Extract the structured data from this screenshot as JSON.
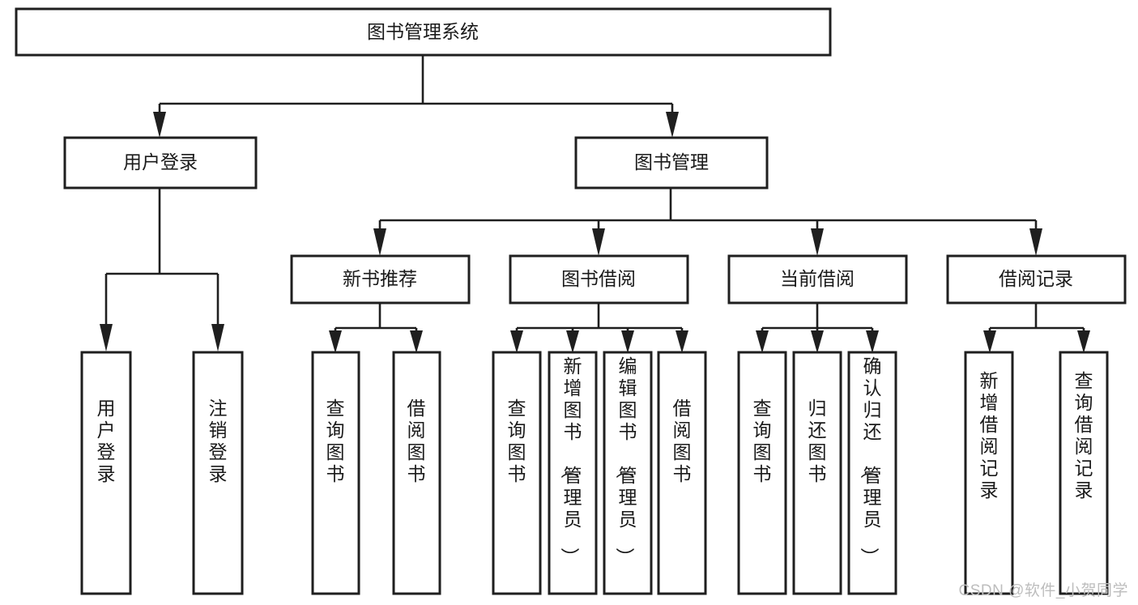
{
  "diagram": {
    "type": "tree-hierarchy-chart",
    "title": "图书管理系统",
    "colors": {
      "box_stroke": "#1f1f1f",
      "box_fill": "#ffffff",
      "line": "#1f1f1f",
      "text": "#1a1a1a",
      "watermark": "#bdbdbd",
      "background": "#ffffff"
    },
    "root": {
      "label": "图书管理系统",
      "orientation": "horizontal"
    },
    "level2": [
      {
        "id": "user-login",
        "label": "用户登录",
        "orientation": "horizontal"
      },
      {
        "id": "book-manage",
        "label": "图书管理",
        "orientation": "horizontal"
      }
    ],
    "level3": [
      {
        "id": "new-book-recommend",
        "label": "新书推荐",
        "orientation": "horizontal",
        "parent": "book-manage"
      },
      {
        "id": "book-borrow",
        "label": "图书借阅",
        "orientation": "horizontal",
        "parent": "book-manage"
      },
      {
        "id": "current-borrow",
        "label": "当前借阅",
        "orientation": "horizontal",
        "parent": "book-manage"
      },
      {
        "id": "borrow-record",
        "label": "借阅记录",
        "orientation": "horizontal",
        "parent": "book-manage"
      }
    ],
    "leaves": [
      {
        "id": "leaf-user-login",
        "label": "用户登录",
        "parent": "user-login",
        "orientation": "vertical"
      },
      {
        "id": "leaf-logout-login",
        "label": "注销登录",
        "parent": "user-login",
        "orientation": "vertical"
      },
      {
        "id": "leaf-query-book-1",
        "label": "查询图书",
        "parent": "new-book-recommend",
        "orientation": "vertical"
      },
      {
        "id": "leaf-borrow-book-1",
        "label": "借阅图书",
        "parent": "new-book-recommend",
        "orientation": "vertical"
      },
      {
        "id": "leaf-query-book-2",
        "label": "查询图书",
        "parent": "book-borrow",
        "orientation": "vertical"
      },
      {
        "id": "leaf-add-book",
        "label": "新增图书（管理员）",
        "parent": "book-borrow",
        "orientation": "vertical"
      },
      {
        "id": "leaf-edit-book",
        "label": "编辑图书（管理员）",
        "parent": "book-borrow",
        "orientation": "vertical"
      },
      {
        "id": "leaf-borrow-book-2",
        "label": "借阅图书",
        "parent": "book-borrow",
        "orientation": "vertical"
      },
      {
        "id": "leaf-query-book-3",
        "label": "查询图书",
        "parent": "current-borrow",
        "orientation": "vertical"
      },
      {
        "id": "leaf-return-book",
        "label": "归还图书",
        "parent": "current-borrow",
        "orientation": "vertical"
      },
      {
        "id": "leaf-confirm-return",
        "label": "确认归还（管理员）",
        "parent": "current-borrow",
        "orientation": "vertical"
      },
      {
        "id": "leaf-add-record",
        "label": "新增借阅记录",
        "parent": "borrow-record",
        "orientation": "vertical"
      },
      {
        "id": "leaf-query-record",
        "label": "查询借阅记录",
        "parent": "borrow-record",
        "orientation": "vertical"
      }
    ]
  },
  "watermark": {
    "text": "CSDN @软件_小贺同学"
  }
}
